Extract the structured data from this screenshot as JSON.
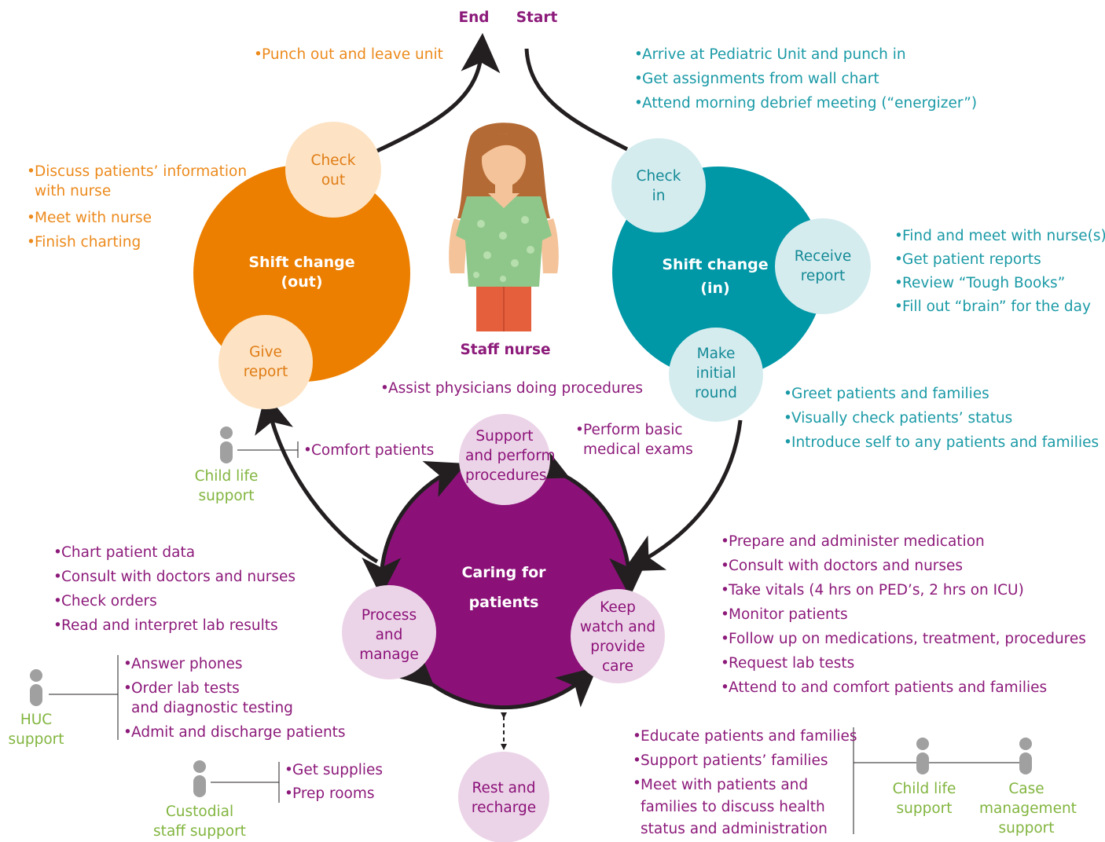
{
  "header": {
    "end": "End",
    "start": "Start"
  },
  "staff_nurse": "Staff nurse",
  "shift_out": {
    "title": [
      "Shift change",
      "(out)"
    ],
    "check_out": [
      "Check",
      "out"
    ],
    "give_report": [
      "Give",
      "report"
    ],
    "punch_out": "Punch out and leave unit",
    "tasks": [
      [
        "Discuss patients’ information",
        "with nurse"
      ],
      [
        "Meet with nurse"
      ],
      [
        "Finish charting"
      ]
    ]
  },
  "shift_in": {
    "title": [
      "Shift change",
      "(in)"
    ],
    "check_in": [
      "Check",
      "in"
    ],
    "receive_report": [
      "Receive",
      "report"
    ],
    "initial_round": [
      "Make",
      "initial",
      "round"
    ],
    "start_tasks": [
      "Arrive at Pediatric Unit and punch in",
      "Get assignments from wall chart",
      "Attend morning debrief meeting (“energizer”)"
    ],
    "report_tasks": [
      "Find and meet with nurse(s)",
      "Get patient reports",
      "Review “Tough Books”",
      "Fill out “brain” for the day"
    ],
    "round_tasks": [
      "Greet patients and families",
      "Visually check patients’ status",
      "Introduce self to any patients and families"
    ]
  },
  "caring": {
    "title": [
      "Caring for",
      "patients"
    ],
    "support_procedures": [
      "Support",
      "and perform",
      "procedures"
    ],
    "process_manage": [
      "Process",
      "and",
      "manage"
    ],
    "keep_watch": [
      "Keep",
      "watch and",
      "provide",
      "care"
    ],
    "rest": [
      "Rest and",
      "recharge"
    ],
    "assist_physicians": "Assist physicians doing procedures",
    "basic_exams": [
      "Perform basic",
      "medical exams"
    ],
    "comfort": "Comfort patients",
    "process_tasks": [
      "Chart patient data",
      "Consult with doctors and nurses",
      "Check orders",
      "Read and interpret lab results"
    ],
    "care_tasks": [
      "Prepare and administer medication",
      "Consult with doctors and nurses",
      "Take vitals (4 hrs on PED’s, 2 hrs on ICU)",
      "Monitor patients",
      "Follow up on medications, treatment, procedures",
      "Request lab tests",
      "Attend to and comfort patients and families"
    ],
    "huc_tasks": [
      [
        "Answer phones"
      ],
      [
        "Order lab tests",
        "and diagnostic testing"
      ],
      [
        "Admit and discharge patients"
      ]
    ],
    "custodial_tasks": [
      "Get supplies",
      "Prep rooms"
    ],
    "family_tasks": [
      [
        "Educate patients and families"
      ],
      [
        "Support patients’ families"
      ],
      [
        "Meet with patients and",
        "families to discuss health",
        "status and administration"
      ]
    ]
  },
  "supports": {
    "child_life_1": [
      "Child life",
      "support"
    ],
    "huc": [
      "HUC",
      "support"
    ],
    "custodial": [
      "Custodial",
      "staff support"
    ],
    "child_life_2": [
      "Child life",
      "support"
    ],
    "case_management": [
      "Case",
      "management",
      "support"
    ]
  },
  "colors": {
    "orange": "#ec7f00",
    "orange_light": "#fde3c4",
    "teal": "#0097a6",
    "teal_light": "#d5ecef",
    "purple": "#8b1178",
    "purple_light": "#ecd4e8",
    "green": "#82b53f",
    "gray": "#a0a0a0"
  }
}
